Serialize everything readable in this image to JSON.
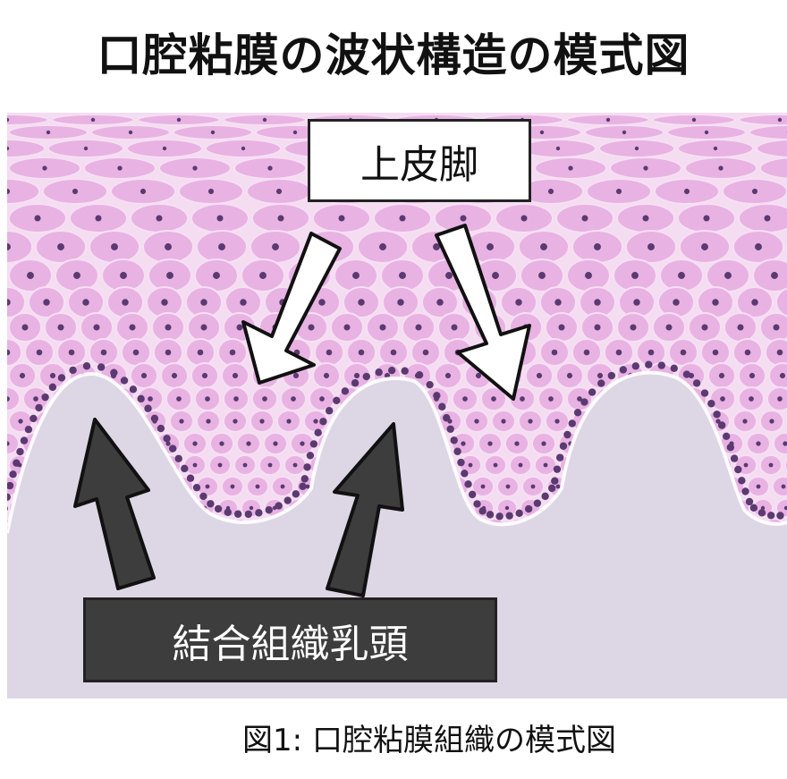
{
  "title": "口腔粘膜の波状構造の模式図",
  "labels": {
    "epithelial_ridge": "上皮脚",
    "connective_tissue_papilla": "結合組織乳頭"
  },
  "caption": "図1: 口腔粘膜組織の模式図",
  "colors": {
    "cell_fill": "#e8b2e3",
    "cell_edge": "#f6dff3",
    "nucleus": "#5a3a70",
    "connective_tissue": "#ddd7e5",
    "white_arrow": "#ffffff",
    "dark_arrow": "#3d3d3d",
    "label_dark_bg": "#3d3d3d"
  }
}
